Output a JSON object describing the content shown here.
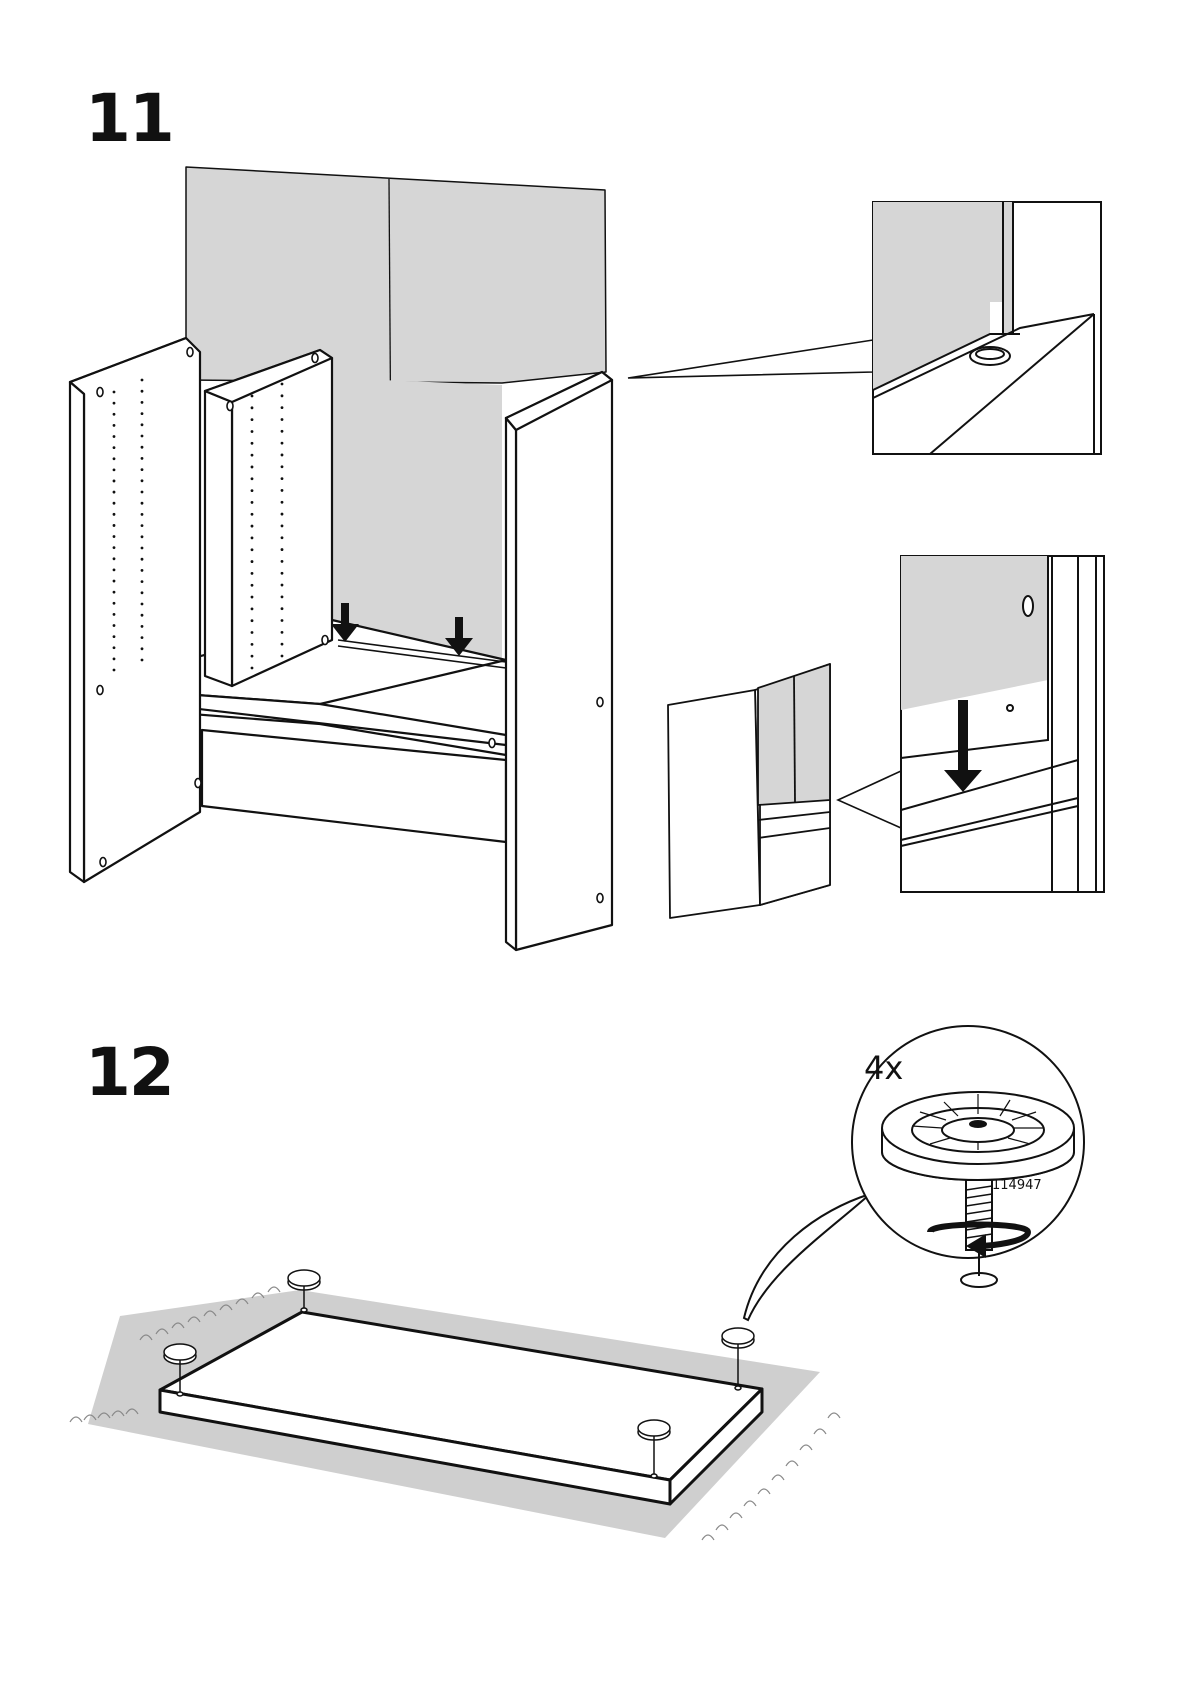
{
  "steps": [
    {
      "number": "11"
    },
    {
      "number": "12"
    }
  ],
  "parts": {
    "quantity": "4x",
    "part_number": "114947"
  },
  "colors": {
    "panel_gray": "#d6d6d6",
    "line": "#111111",
    "background": "#ffffff"
  },
  "icons": [
    "down-arrow-icon",
    "rotate-arrow-icon",
    "adjustable-foot-icon"
  ]
}
